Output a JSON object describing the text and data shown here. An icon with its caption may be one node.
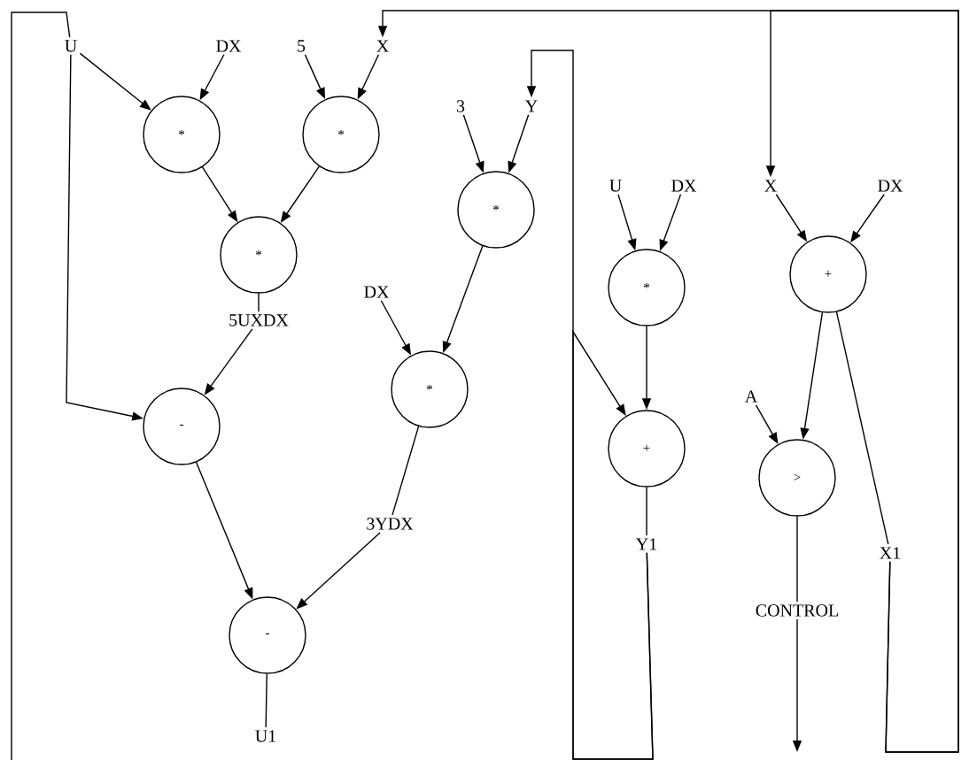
{
  "diagram": {
    "nodes": [
      {
        "text": [
          "U"
        ]
      },
      {
        "text": [
          "DX"
        ]
      },
      {
        "text": [
          "5"
        ]
      },
      {
        "text": [
          "X"
        ]
      },
      {
        "text": [
          "*"
        ]
      },
      {
        "text": [
          "*"
        ]
      },
      {
        "text": [
          "*"
        ]
      },
      {
        "text": [
          "5UXDX"
        ]
      },
      {
        "text": [
          "-"
        ]
      },
      {
        "text": [
          "-"
        ]
      },
      {
        "text": [
          "U1"
        ]
      },
      {
        "text": [
          "3"
        ]
      },
      {
        "text": [
          "Y"
        ]
      },
      {
        "text": [
          "*"
        ]
      },
      {
        "text": [
          "DX"
        ]
      },
      {
        "text": [
          "*"
        ]
      },
      {
        "text": [
          "3YDX"
        ]
      },
      {
        "text": [
          "U"
        ]
      },
      {
        "text": [
          "DX"
        ]
      },
      {
        "text": [
          "*"
        ]
      },
      {
        "text": [
          "+"
        ]
      },
      {
        "text": [
          "Y1"
        ]
      },
      {
        "text": [
          "X"
        ]
      },
      {
        "text": [
          "DX"
        ]
      },
      {
        "text": [
          "+"
        ]
      },
      {
        "text": [
          "A"
        ]
      },
      {
        "text": [
          ">"
        ]
      },
      {
        "text": [
          "X1"
        ]
      },
      {
        "text": [
          "CONTROL"
        ]
      }
    ],
    "edges": [
      {
        "from": 0,
        "to": 4,
        "arrow": "to"
      },
      {
        "from": 1,
        "to": 4,
        "arrow": "to"
      },
      {
        "from": 2,
        "to": 5,
        "arrow": "to"
      },
      {
        "from": 3,
        "to": 5,
        "arrow": "to"
      },
      {
        "from": 4,
        "to": 6,
        "arrow": "to"
      },
      {
        "from": 5,
        "to": 6,
        "arrow": "to"
      },
      {
        "from": 6,
        "to": 7,
        "arrow": "none"
      },
      {
        "from": 7,
        "to": 8,
        "arrow": "to"
      },
      {
        "from": 0,
        "to": 8,
        "arrow": "to"
      },
      {
        "from": 8,
        "to": 9,
        "arrow": "to"
      },
      {
        "from": 16,
        "to": 9,
        "arrow": "to"
      },
      {
        "from": 9,
        "to": 10,
        "arrow": "none"
      },
      {
        "from": 11,
        "to": 13,
        "arrow": "to"
      },
      {
        "from": 12,
        "to": 13,
        "arrow": "to"
      },
      {
        "from": 13,
        "to": 15,
        "arrow": "to"
      },
      {
        "from": 14,
        "to": 15,
        "arrow": "to"
      },
      {
        "from": 15,
        "to": 16,
        "arrow": "none"
      },
      {
        "from": 17,
        "to": 19,
        "arrow": "to"
      },
      {
        "from": 18,
        "to": 19,
        "arrow": "to"
      },
      {
        "from": 19,
        "to": 20,
        "arrow": "to"
      },
      {
        "from": 20,
        "to": 21,
        "arrow": "none"
      },
      {
        "from": 21,
        "to": 12,
        "arrow": "to"
      },
      {
        "from": 21,
        "to": 20,
        "arrow": "to"
      },
      {
        "from": 22,
        "to": 24,
        "arrow": "to"
      },
      {
        "from": 23,
        "to": 24,
        "arrow": "to"
      },
      {
        "from": 24,
        "to": 26,
        "arrow": "to"
      },
      {
        "from": 25,
        "to": 26,
        "arrow": "to"
      },
      {
        "from": 24,
        "to": 27,
        "arrow": "none"
      },
      {
        "from": 27,
        "to": 3,
        "arrow": "to"
      },
      {
        "from": 27,
        "to": 22,
        "arrow": "to"
      },
      {
        "from": 26,
        "to": 28,
        "arrow": "none"
      },
      {
        "from": 28,
        "to": null,
        "arrow": "to"
      },
      {
        "from": null,
        "to": 0,
        "arrow": "none"
      }
    ]
  }
}
